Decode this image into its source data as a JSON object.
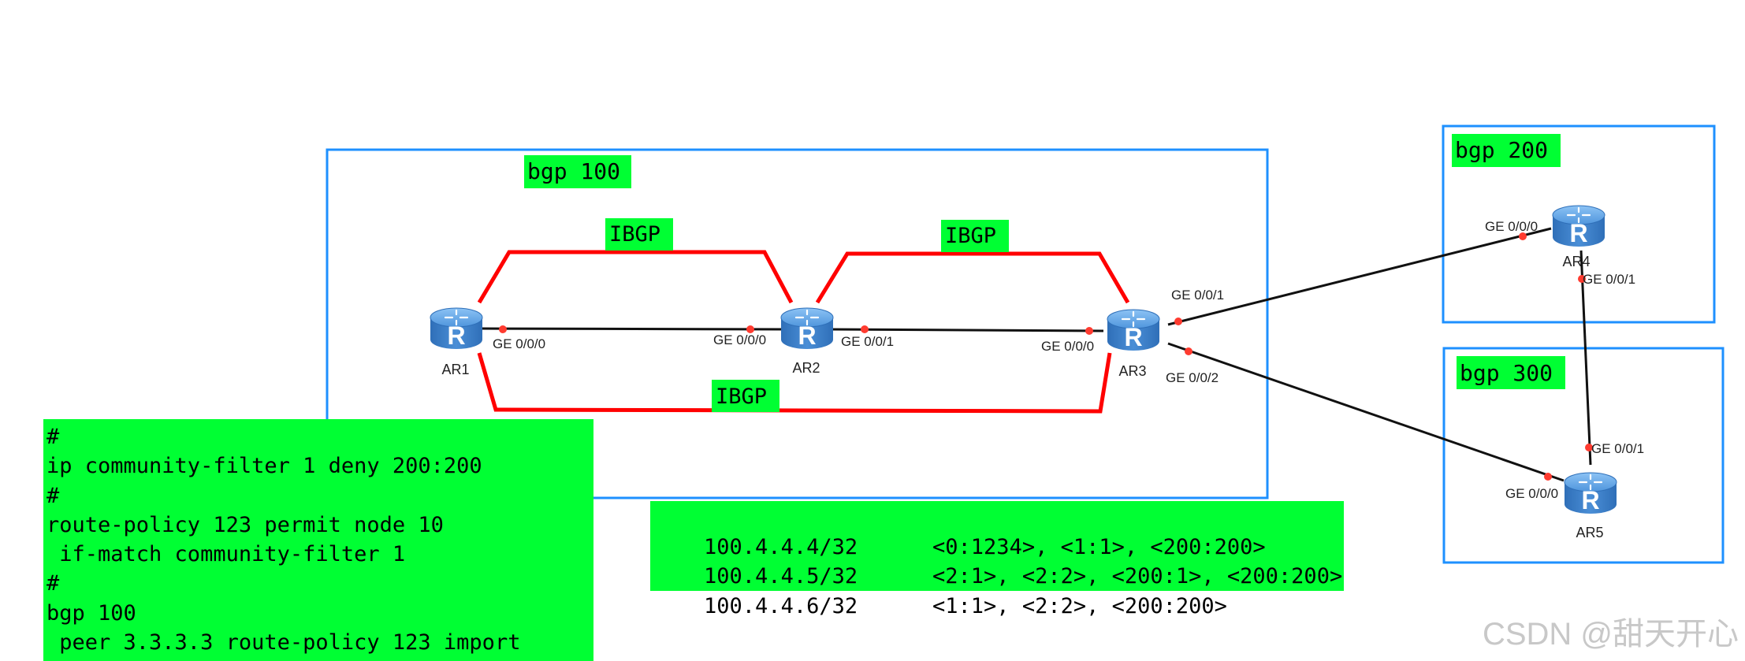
{
  "as_labels": {
    "bgp100": "bgp 100",
    "bgp200": "bgp 200",
    "bgp300": "bgp 300"
  },
  "ibgp_label": "IBGP",
  "routers": {
    "ar1": "AR1",
    "ar2": "AR2",
    "ar3": "AR3",
    "ar4": "AR4",
    "ar5": "AR5",
    "icon_letter": "R"
  },
  "ports": {
    "ar1_ge000": "GE 0/0/0",
    "ar2_ge000": "GE 0/0/0",
    "ar2_ge001": "GE 0/0/1",
    "ar3_ge000": "GE 0/0/0",
    "ar3_ge001": "GE 0/0/1",
    "ar3_ge002": "GE 0/0/2",
    "ar4_ge000": "GE 0/0/0",
    "ar4_ge001": "GE 0/0/1",
    "ar5_ge001": "GE 0/0/1",
    "ar5_ge000": "GE 0/0/0"
  },
  "config": [
    "#",
    "ip community-filter 1 deny 200:200",
    "#",
    "route-policy 123 permit node 10",
    " if-match community-filter 1",
    "#",
    "bgp 100",
    " peer 3.3.3.3 route-policy 123 import"
  ],
  "routes": [
    {
      "prefix": "100.4.4.4/32",
      "communities": "<0:1234>, <1:1>, <200:200>"
    },
    {
      "prefix": "100.4.4.5/32",
      "communities": "<2:1>, <2:2>, <200:1>, <200:200>"
    },
    {
      "prefix": "100.4.4.6/32",
      "communities": "<1:1>, <2:2>, <200:200>"
    }
  ],
  "watermark": "CSDN @甜天开心",
  "colors": {
    "as_border": "#1e90ff",
    "label_bg": "#00ff33",
    "ibgp_line": "#ff0000",
    "link_line": "#111111",
    "port_dot": "#ff3b30",
    "router_body": "#3d86d6"
  }
}
